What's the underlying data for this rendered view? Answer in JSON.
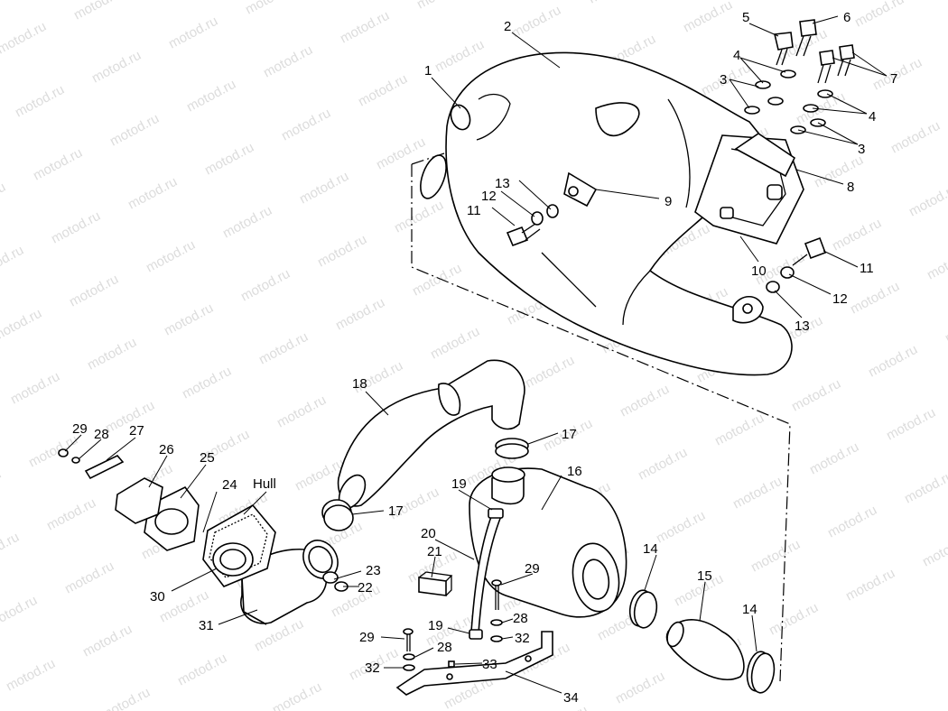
{
  "watermark": "motod.ru",
  "labels": [
    {
      "id": "c1",
      "text": "1"
    },
    {
      "id": "c2",
      "text": "2"
    },
    {
      "id": "c3a",
      "text": "3"
    },
    {
      "id": "c3b",
      "text": "3"
    },
    {
      "id": "c4a",
      "text": "4"
    },
    {
      "id": "c4b",
      "text": "4"
    },
    {
      "id": "c5",
      "text": "5"
    },
    {
      "id": "c6",
      "text": "6"
    },
    {
      "id": "c7",
      "text": "7"
    },
    {
      "id": "c8",
      "text": "8"
    },
    {
      "id": "c9",
      "text": "9"
    },
    {
      "id": "c10",
      "text": "10"
    },
    {
      "id": "c11a",
      "text": "11"
    },
    {
      "id": "c11b",
      "text": "11"
    },
    {
      "id": "c12a",
      "text": "12"
    },
    {
      "id": "c12b",
      "text": "12"
    },
    {
      "id": "c13a",
      "text": "13"
    },
    {
      "id": "c13b",
      "text": "13"
    },
    {
      "id": "c14a",
      "text": "14"
    },
    {
      "id": "c14b",
      "text": "14"
    },
    {
      "id": "c15",
      "text": "15"
    },
    {
      "id": "c16",
      "text": "16"
    },
    {
      "id": "c17a",
      "text": "17"
    },
    {
      "id": "c17b",
      "text": "17"
    },
    {
      "id": "c18",
      "text": "18"
    },
    {
      "id": "c19a",
      "text": "19"
    },
    {
      "id": "c19b",
      "text": "19"
    },
    {
      "id": "c20",
      "text": "20"
    },
    {
      "id": "c21",
      "text": "21"
    },
    {
      "id": "c22",
      "text": "22"
    },
    {
      "id": "c23",
      "text": "23"
    },
    {
      "id": "c24",
      "text": "24"
    },
    {
      "id": "c25",
      "text": "25"
    },
    {
      "id": "c26",
      "text": "26"
    },
    {
      "id": "c27",
      "text": "27"
    },
    {
      "id": "c28a",
      "text": "28"
    },
    {
      "id": "c28b",
      "text": "28"
    },
    {
      "id": "c28c",
      "text": "28"
    },
    {
      "id": "c29a",
      "text": "29"
    },
    {
      "id": "c29b",
      "text": "29"
    },
    {
      "id": "c29c",
      "text": "29"
    },
    {
      "id": "c30",
      "text": "30"
    },
    {
      "id": "c31",
      "text": "31"
    },
    {
      "id": "c32a",
      "text": "32"
    },
    {
      "id": "c32b",
      "text": "32"
    },
    {
      "id": "c33",
      "text": "33"
    },
    {
      "id": "c34",
      "text": "34"
    },
    {
      "id": "hull",
      "text": "Hull"
    }
  ]
}
